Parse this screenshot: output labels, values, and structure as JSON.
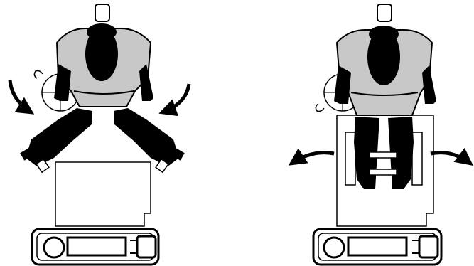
{
  "colors": {
    "background": "#ffffff",
    "outline": "#000000",
    "shirt": "#c8c8c8",
    "skin": "#000000"
  },
  "panels": [
    {
      "id": "left",
      "arrow_direction": "inward",
      "legs": "spread-apart"
    },
    {
      "id": "right",
      "arrow_direction": "outward",
      "legs": "together"
    }
  ]
}
